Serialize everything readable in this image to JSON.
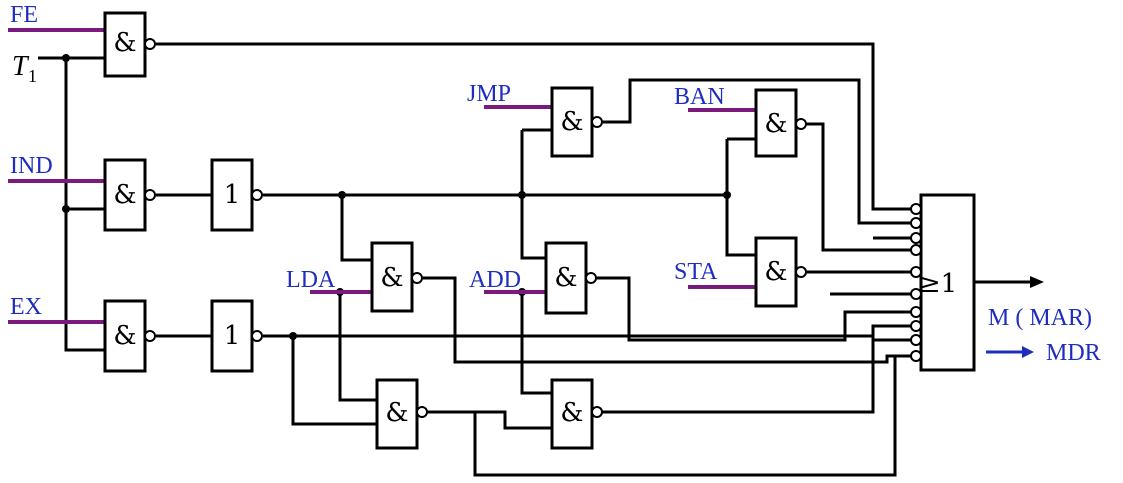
{
  "signals": {
    "fe": "FE",
    "t1_main": "T",
    "t1_sub": "1",
    "ind": "IND",
    "ex": "EX",
    "jmp": "JMP",
    "ban": "BAN",
    "lda": "LDA",
    "add": "ADD",
    "sta": "STA"
  },
  "gates": {
    "and_symbol": "&",
    "not_symbol": "1",
    "or_symbol": "≥1"
  },
  "outputs": {
    "line1": "M ( MAR)",
    "line2": "MDR"
  },
  "colors": {
    "label": "#1f2dbf",
    "pin": "#7a1a7f",
    "wire": "#000000"
  }
}
